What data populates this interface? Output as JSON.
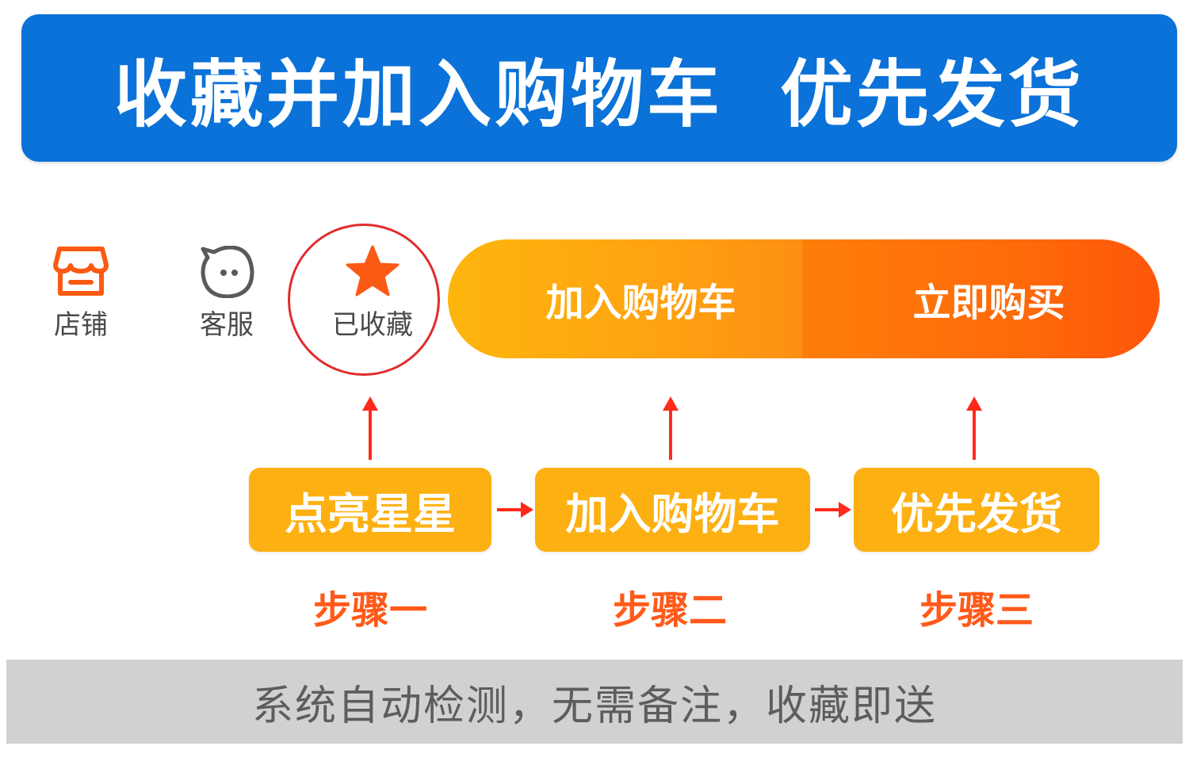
{
  "banner": {
    "title": "收藏并加入购物车  优先发货"
  },
  "bottom_nav": {
    "store": {
      "label": "店铺",
      "icon": "store-icon"
    },
    "service": {
      "label": "客服",
      "icon": "chat-icon"
    },
    "favorite": {
      "label": "已收藏",
      "icon": "star-icon"
    }
  },
  "actions": {
    "add_to_cart": "加入购物车",
    "buy_now": "立即购买"
  },
  "steps": [
    {
      "box": "点亮星星",
      "label": "步骤一"
    },
    {
      "box": "加入购物车",
      "label": "步骤二"
    },
    {
      "box": "优先发货",
      "label": "步骤三"
    }
  ],
  "footer": {
    "text": "系统自动检测，无需备注，收藏即送"
  },
  "colors": {
    "banner_blue": "#0a72d8",
    "accent_orange": "#fe7e0a",
    "step_yellow": "#fdb012",
    "step_label_orange": "#ff5a1a",
    "highlight_red": "#e02d2d",
    "footer_gray": "#d1d1d3"
  }
}
